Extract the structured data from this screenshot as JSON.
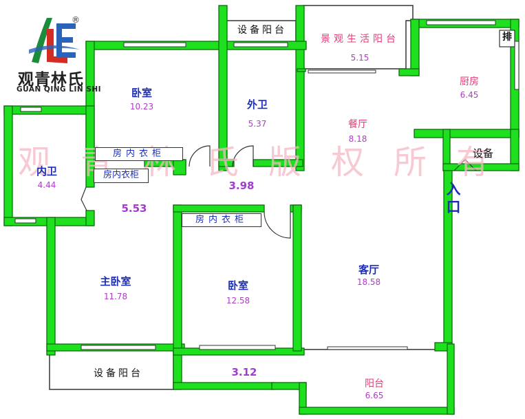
{
  "logo": {
    "cn": "观青林氏",
    "en": "GUAN QING LIN SHI",
    "mark": "®"
  },
  "watermark": "观青林氏版权所有",
  "entrance": "入口",
  "rooms": {
    "bedroom_top": {
      "name": "卧室",
      "area": "10.23"
    },
    "guest_bath": {
      "name": "外卫",
      "area": "5.37"
    },
    "landscape_balcony": {
      "name": "景观生活阳台",
      "area": "5.15"
    },
    "kitchen": {
      "name": "厨房",
      "area": "6.45"
    },
    "dining": {
      "name": "餐厅",
      "area": "8.18"
    },
    "ensuite_bath": {
      "name": "内卫",
      "area": "4.44"
    },
    "master_bedroom": {
      "name": "主卧室",
      "area": "11.78"
    },
    "bedroom_mid": {
      "name": "卧室",
      "area": "12.58"
    },
    "living": {
      "name": "客厅",
      "area": "18.58"
    },
    "balcony": {
      "name": "阳台",
      "area": "6.65"
    }
  },
  "hall_area": "3.98",
  "corridor_area": "5.53",
  "balcony_strip_area": "3.12",
  "utility_balcony_top": "设备阳台",
  "utility_balcony_bottom": "设备阳台",
  "equipment": "设备",
  "exhaust": "排",
  "wardrobes": [
    "房内衣柜",
    "房内衣柜",
    "房内衣柜"
  ]
}
